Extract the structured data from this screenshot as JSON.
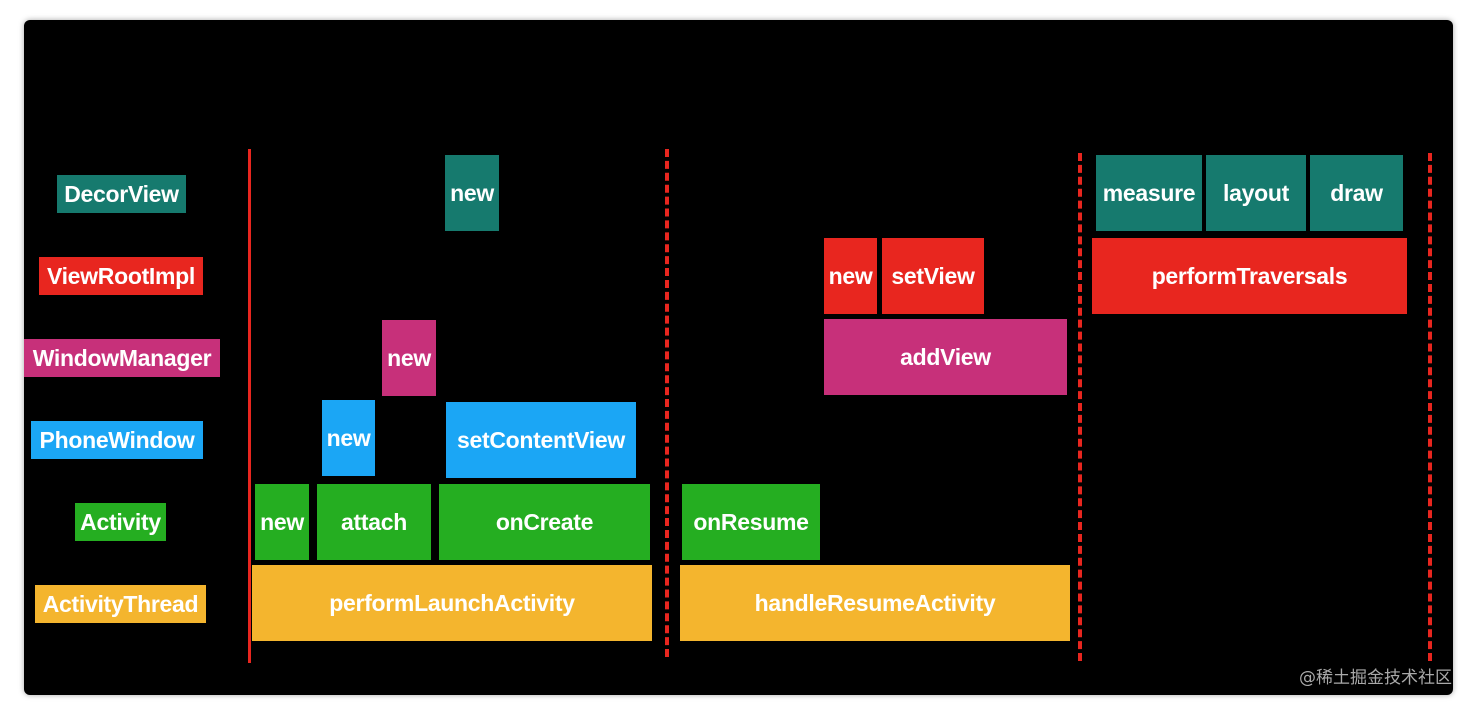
{
  "colors": {
    "DecorView": "#167a6e",
    "ViewRootImpl": "#e8261f",
    "WindowManager": "#c7307a",
    "PhoneWindow": "#1ba6f5",
    "Activity": "#25ae21",
    "ActivityThread": "#f4b52e",
    "separator": "#e8261f",
    "background": "#000000"
  },
  "rows": [
    {
      "label": "DecorView"
    },
    {
      "label": "ViewRootImpl"
    },
    {
      "label": "WindowManager"
    },
    {
      "label": "PhoneWindow"
    },
    {
      "label": "Activity"
    },
    {
      "label": "ActivityThread"
    }
  ],
  "phases": {
    "launch": {
      "activity_thread": "performLaunchActivity",
      "activity_new": "new",
      "activity_attach": "attach",
      "activity_oncreate": "onCreate",
      "phonewindow_new": "new",
      "phonewindow_setcontentview": "setContentView",
      "windowmanager_new": "new",
      "decorview_new": "new"
    },
    "resume": {
      "activity_thread": "handleResumeActivity",
      "activity_onresume": "onResume",
      "windowmanager_addview": "addView",
      "viewrootimpl_new": "new",
      "viewrootimpl_setview": "setView"
    },
    "traversal": {
      "viewrootimpl_performtraversals": "performTraversals",
      "decorview_measure": "measure",
      "decorview_layout": "layout",
      "decorview_draw": "draw"
    }
  },
  "watermark": "@稀土掘金技术社区"
}
